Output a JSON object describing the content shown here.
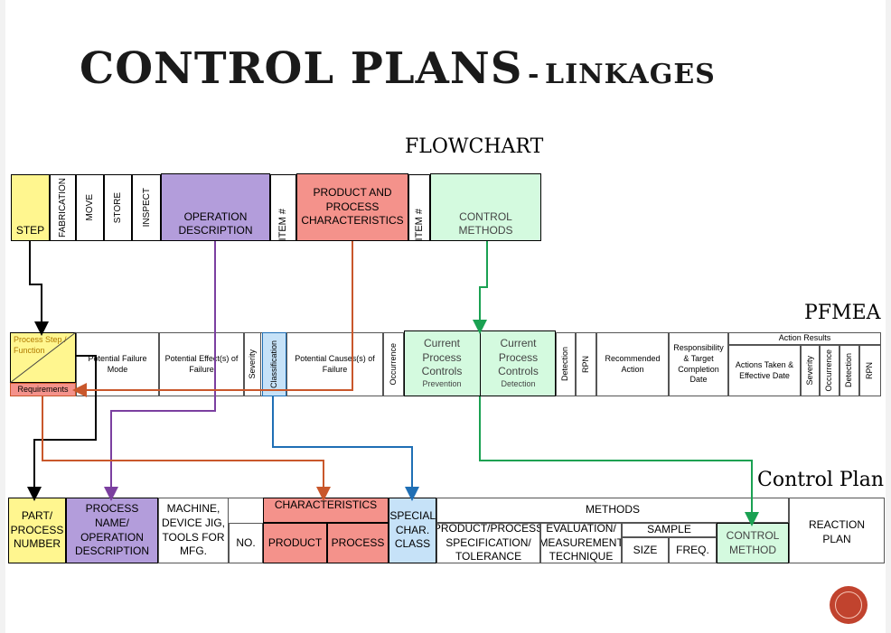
{
  "title": {
    "main": "CONTROL PLANS",
    "sep": "-",
    "sub": "LINKAGES"
  },
  "labels": {
    "flowchart": "FLOWCHART",
    "pfmea": "PFMEA",
    "control_plan": "Control Plan"
  },
  "flowchart": {
    "step": "STEP",
    "fabrication": "FABRICATION",
    "move": "MOVE",
    "store": "STORE",
    "inspect": "INSPECT",
    "operation_description": "OPERATION DESCRIPTION",
    "item_1": "ITEM #",
    "product_process_characteristics": "PRODUCT AND PROCESS CHARACTERISTICS",
    "item_2": "ITEM #",
    "control_methods": "CONTROL METHODS"
  },
  "pfmea": {
    "process_step": "Process Step / Function",
    "requirements": "Requirements",
    "failure_mode": "Potential Failure Mode",
    "effects": "Potential Effect(s) of Failure",
    "severity": "Severity",
    "classification": "Classification",
    "causes": "Potential Causes(s) of Failure",
    "occurrence": "Occurrence",
    "prevention": {
      "title": "Current Process Controls",
      "sub": "Prevention"
    },
    "detection_ctrl": {
      "title": "Current Process Controls",
      "sub": "Detection"
    },
    "detection": "Detection",
    "rpn": "RPN",
    "recommended_action": "Recommended Action",
    "responsibility": "Responsibility & Target Completion Date",
    "action_results": "Action Results",
    "actions_taken": "Actions Taken & Effective Date",
    "severity_2": "Severity",
    "occurrence_2": "Occurrence",
    "detection_2": "Detection",
    "rpn_2": "RPN"
  },
  "control_plan": {
    "part_process_number": "PART/ PROCESS NUMBER",
    "process_name": "PROCESS NAME/ OPERATION DESCRIPTION",
    "machine": "MACHINE, DEVICE JIG, TOOLS FOR MFG.",
    "no": "NO.",
    "characteristics": "CHARACTERISTICS",
    "product": "PRODUCT",
    "process": "PROCESS",
    "special_char_class": "SPECIAL CHAR. CLASS",
    "methods": "METHODS",
    "spec_tolerance": "PRODUCT/PROCESS SPECIFICATION/ TOLERANCE",
    "evaluation": "EVALUATION/ MEASUREMENT TECHNIQUE",
    "sample": "SAMPLE",
    "size": "SIZE",
    "freq": "FREQ.",
    "control_method": "CONTROL METHOD",
    "reaction_plan": "REACTION PLAN"
  },
  "colors": {
    "step": "#fff68f",
    "operation": "#b39ddb",
    "characteristics": "#f4928b",
    "control": "#d4fadf",
    "classification": "#c6e2f8",
    "arrow_black": "#000000",
    "arrow_purple": "#7b3fa0",
    "arrow_orange": "#c9572b",
    "arrow_green": "#1aa152",
    "arrow_blue": "#1f6fb5",
    "logo": "#c1432e"
  }
}
